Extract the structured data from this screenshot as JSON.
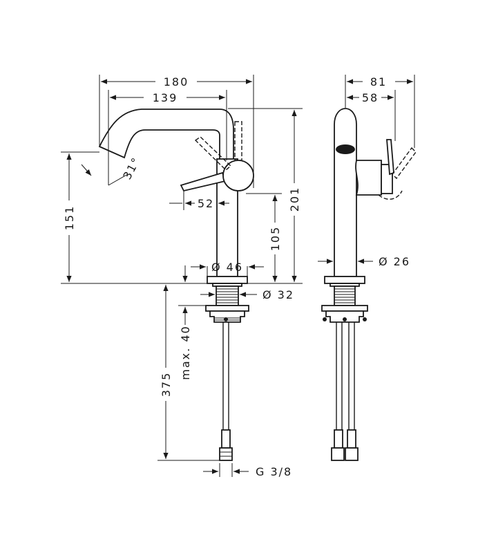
{
  "dimensions": {
    "overall_width": "180",
    "spout_reach": "139",
    "lever_offset": "52",
    "spout_angle": "31°",
    "spout_height": "151",
    "total_height": "201",
    "lever_height": "105",
    "base_diameter": "Ø 46",
    "shank_diameter": "Ø 32",
    "max_thickness": "max. 40",
    "hose_length": "375",
    "connection": "G 3/8",
    "side_width": "81",
    "side_lever": "58",
    "body_diameter": "Ø 26"
  }
}
